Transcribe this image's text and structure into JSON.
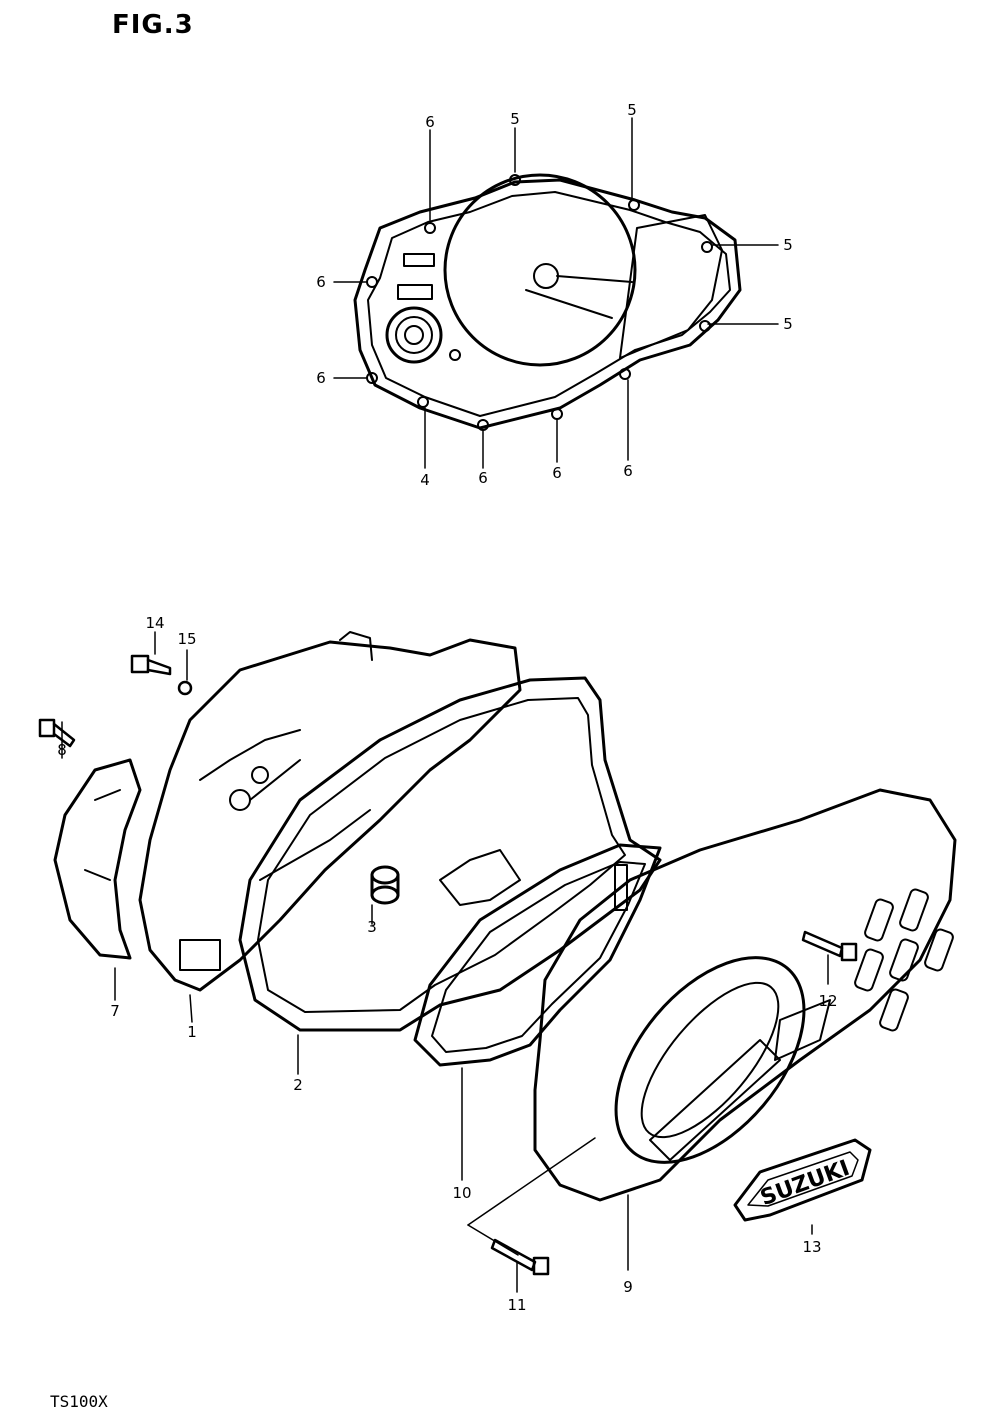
{
  "figure_title": "FIG.3",
  "model": "TS100X",
  "badge_text": "SUZUKI",
  "top_callouts": [
    "6",
    "5",
    "5",
    "5",
    "6",
    "5",
    "6",
    "4",
    "6",
    "6",
    "6"
  ],
  "bottom_callouts": [
    "14",
    "15",
    "8",
    "7",
    "1",
    "3",
    "2",
    "10",
    "12",
    "9",
    "11",
    "13"
  ]
}
